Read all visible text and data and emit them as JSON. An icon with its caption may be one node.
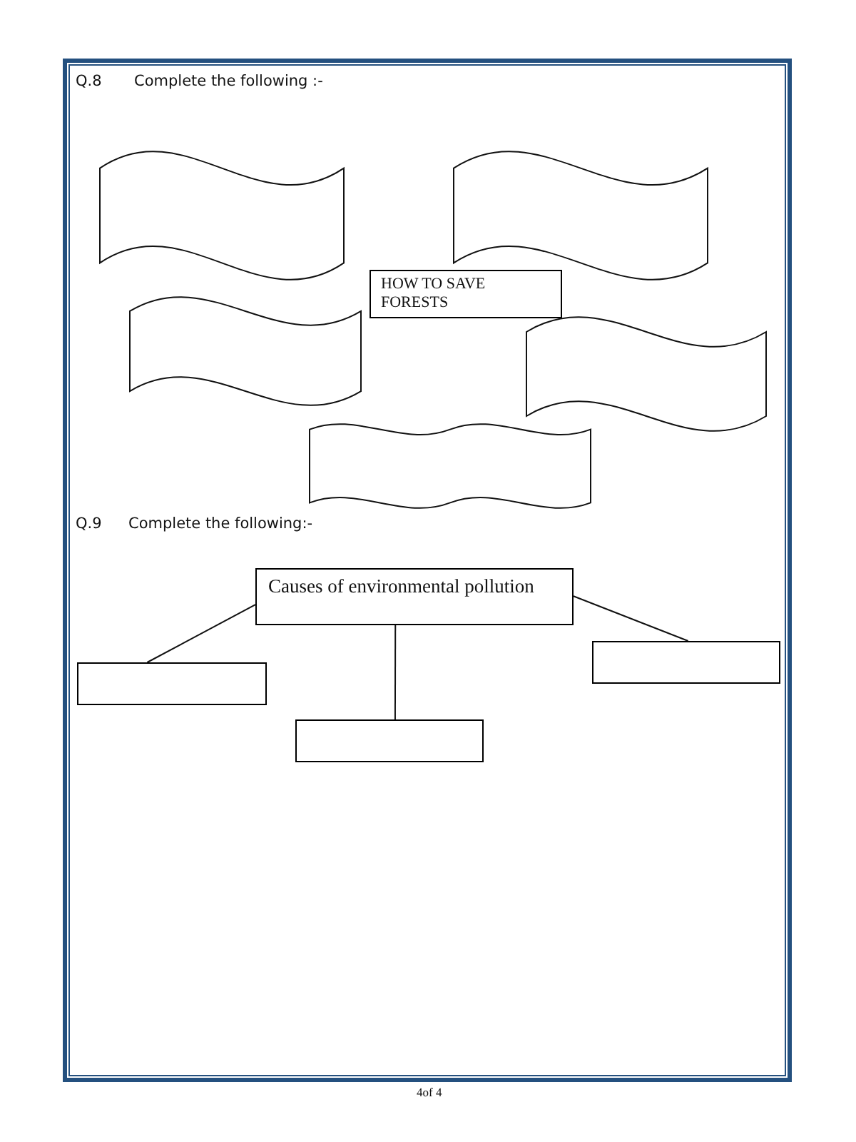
{
  "diagram": {
    "nodes": [
      {
        "text": [],
        "shape": "banner"
      },
      {
        "text": [],
        "shape": "banner"
      },
      {
        "text": [
          "HOW TO SAVE FORESTS"
        ]
      },
      {
        "text": [],
        "shape": "banner"
      },
      {
        "text": [],
        "shape": "banner"
      },
      {
        "text": [],
        "shape": "banner"
      },
      {
        "text": [
          "Causes of environmental pollution"
        ]
      },
      {
        "text": [],
        "shape": "box"
      },
      {
        "text": [],
        "shape": "box"
      },
      {
        "text": [],
        "shape": "box"
      }
    ],
    "edges": [
      {
        "from": 6,
        "to": 7,
        "arrow": "none"
      },
      {
        "from": 6,
        "to": 8,
        "arrow": "none"
      },
      {
        "from": 6,
        "to": 9,
        "arrow": "none"
      }
    ],
    "labels": [
      "Q.8",
      "Complete the following :-",
      "Q.9",
      "Complete the following:-",
      "4of 4"
    ]
  }
}
